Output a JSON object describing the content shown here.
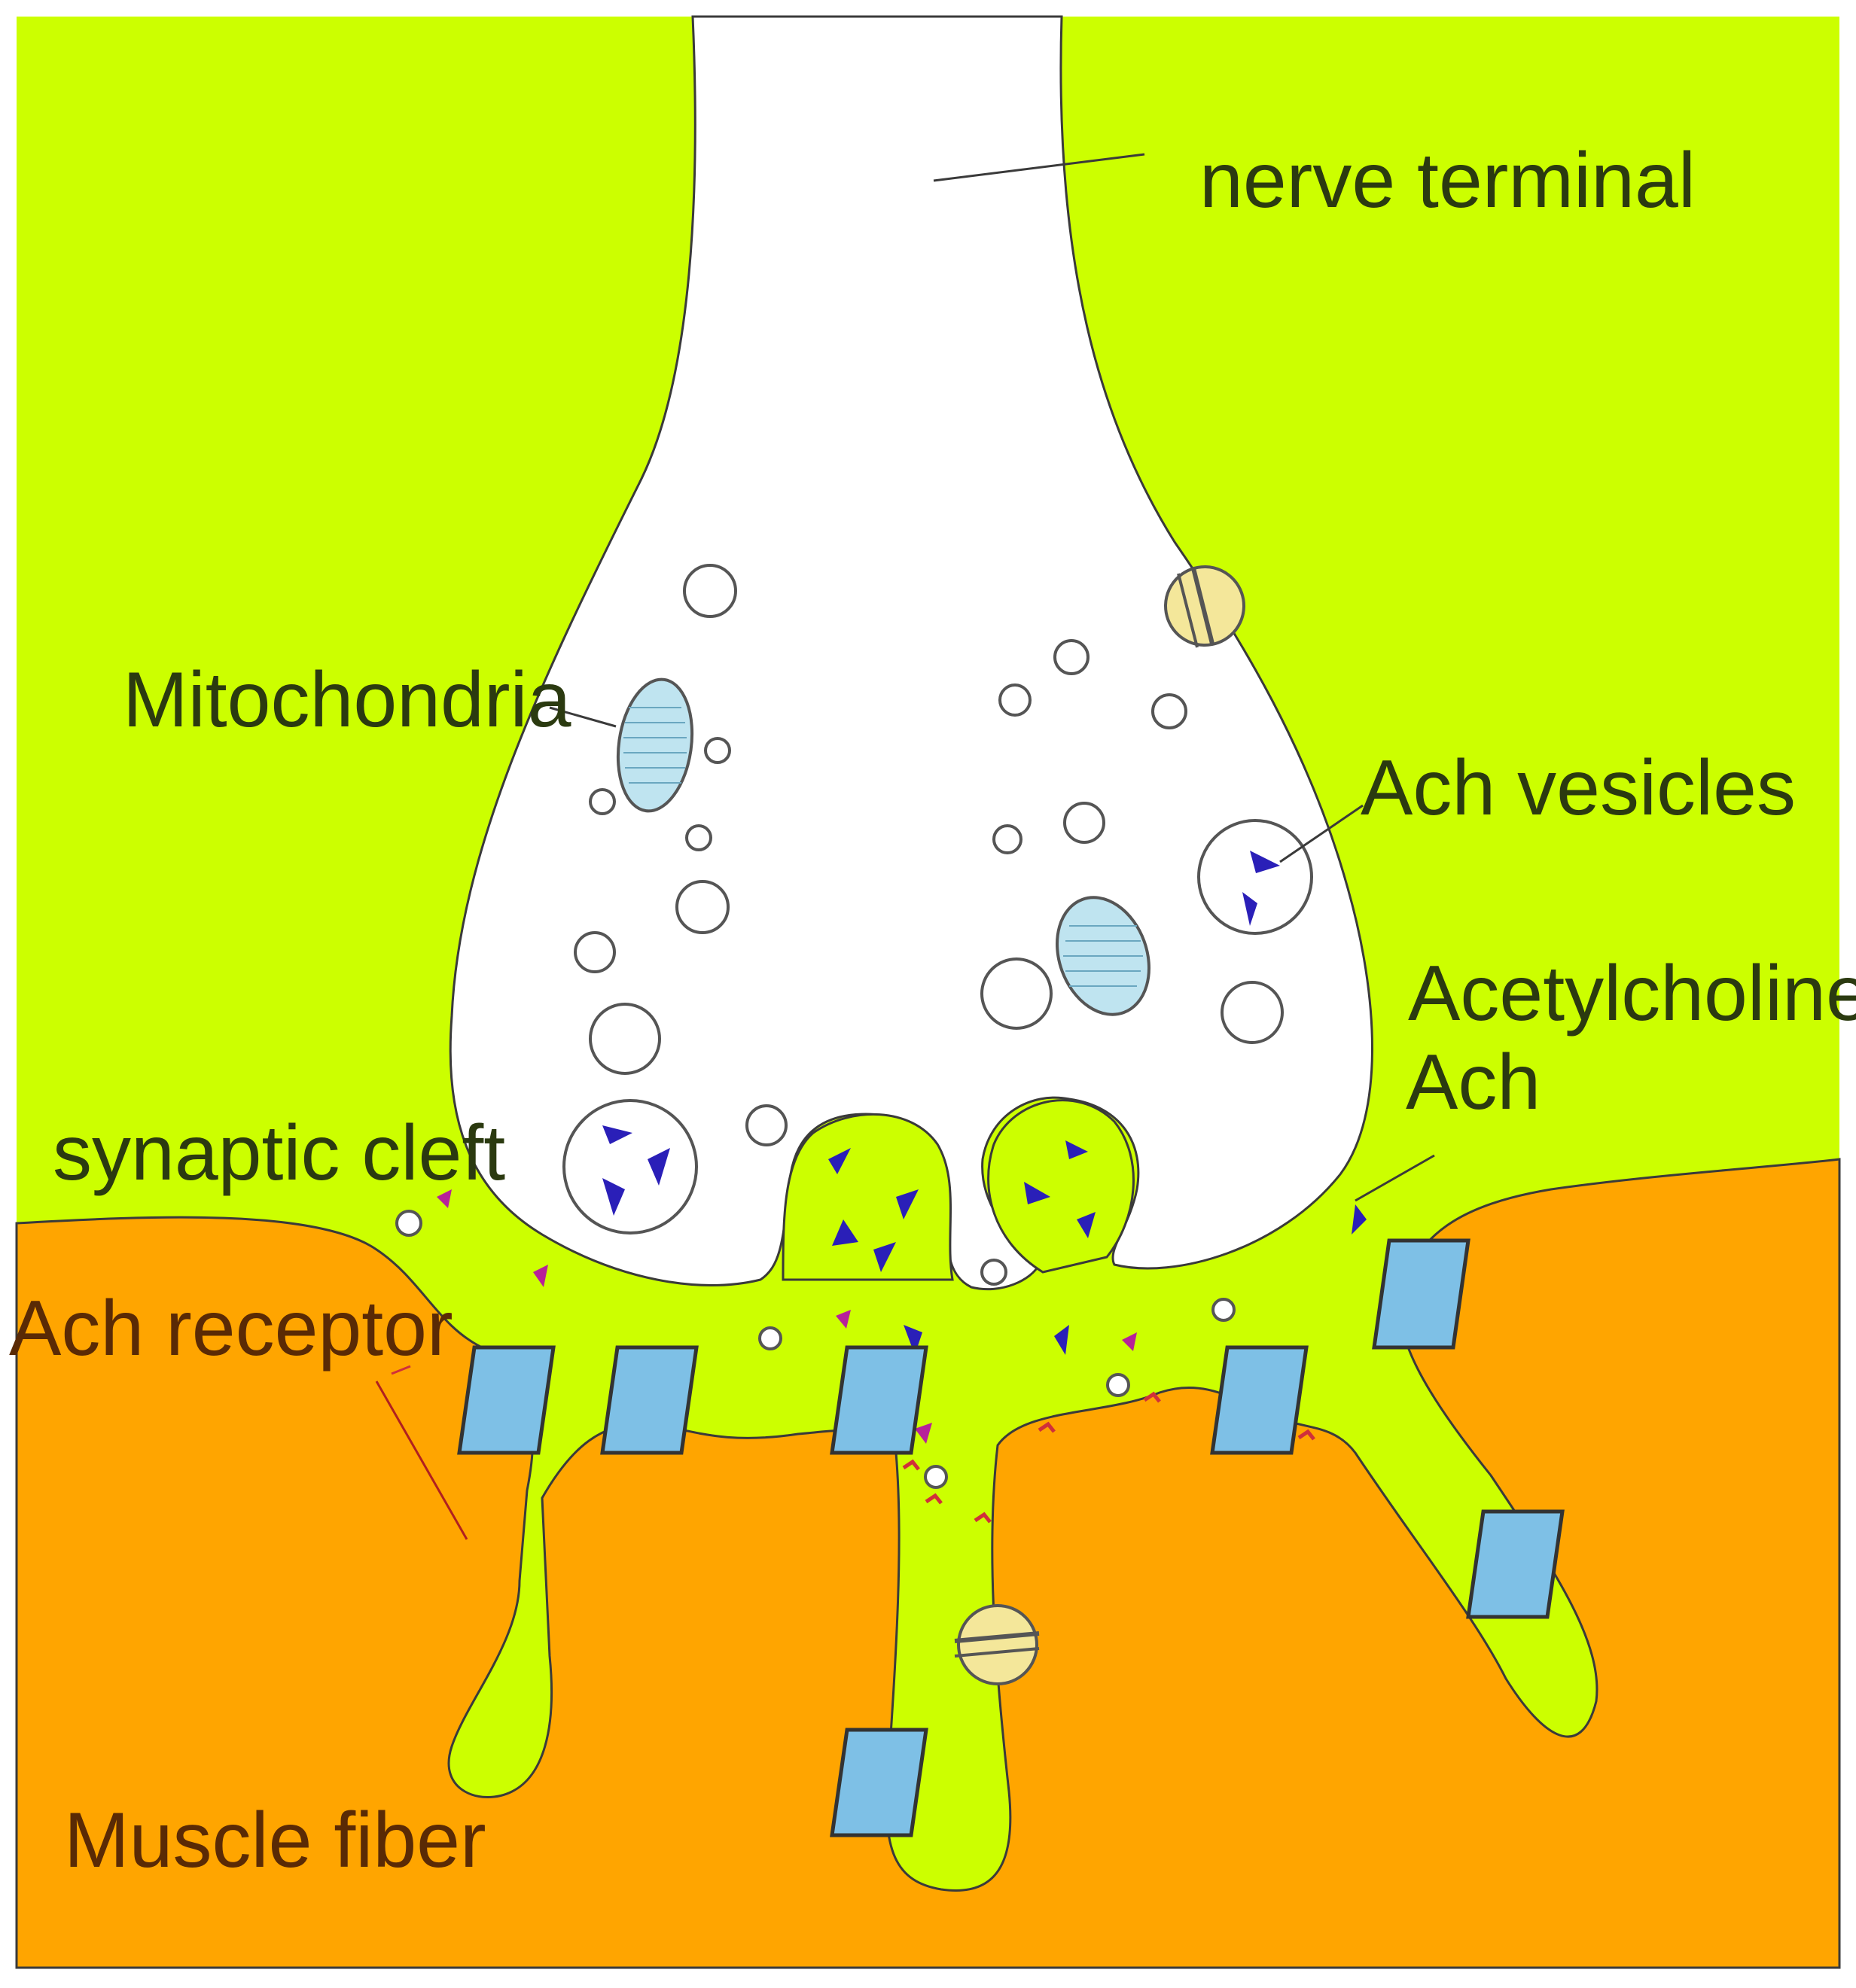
{
  "diagram": {
    "colors": {
      "background_green": "#ccff00",
      "muscle_orange": "#ffa500",
      "nerve_white": "#ffffff",
      "receptor_blue": "#7ec0e6",
      "vesicle_ach_blue": "#2a1fb8",
      "channel_yellow": "#f4e79a",
      "mitochondria_blue": "#bfe4f0",
      "outline": "#3a3a3a"
    },
    "labels": {
      "nerve_terminal": "nerve terminal",
      "mitochondria": "Mitochondria",
      "ach_vesicles": "Ach vesicles",
      "acetylcholine": "Acetylcholine",
      "ach": "Ach",
      "synaptic_cleft": "synaptic cleft",
      "ach_receptor": "Ach receptor",
      "muscle_fiber": "Muscle fiber"
    }
  }
}
